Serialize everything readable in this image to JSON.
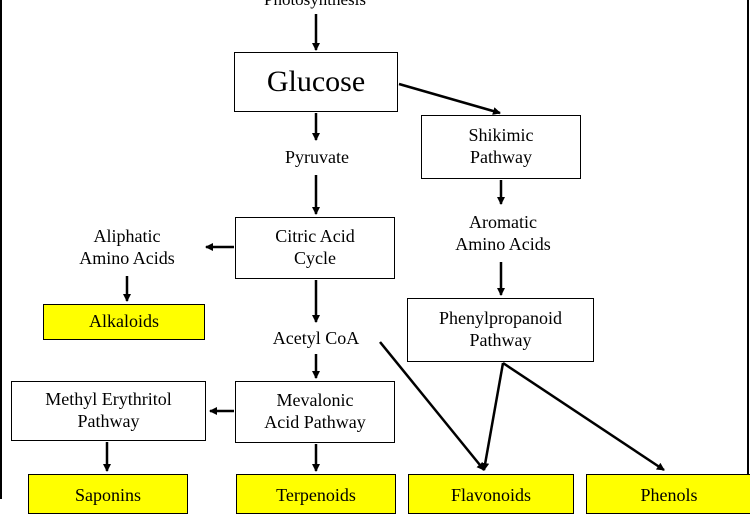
{
  "nodes": {
    "photosynthesis": "Photosynthesis",
    "glucose": "Glucose",
    "shikimic": "Shikimic\nPathway",
    "pyruvate": "Pyruvate",
    "citric": "Citric Acid\nCycle",
    "aromatic": "Aromatic\nAmino Acids",
    "aliphatic": "Aliphatic\nAmino Acids",
    "alkaloids": "Alkaloids",
    "phenylpropanoid": "Phenylpropanoid\nPathway",
    "acetyl": "Acetyl CoA",
    "methyl": "Methyl Erythritol\nPathway",
    "mevalonic": "Mevalonic\nAcid Pathway",
    "saponins": "Saponins",
    "terpenoids": "Terpenoids",
    "flavonoids": "Flavonoids",
    "phenols": "Phenols"
  },
  "colors": {
    "product_fill": "#ffff00",
    "line": "#000000"
  }
}
